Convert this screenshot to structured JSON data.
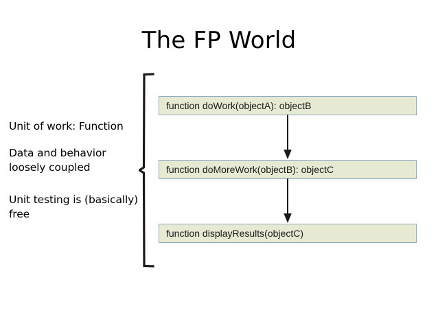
{
  "slide": {
    "title": "The FP World",
    "background_color": "#ffffff"
  },
  "bullets": {
    "items": [
      {
        "text": "Unit of work: Function"
      },
      {
        "text": "Data and behavior loosely coupled"
      },
      {
        "text": "Unit testing is (basically) free"
      }
    ]
  },
  "brace": {
    "name": "left-curly-brace",
    "color": "#1a1a1a"
  },
  "flow": {
    "boxes": [
      {
        "label": "function doWork(objectA): objectB"
      },
      {
        "label": "function doMoreWork(objectB): objectC"
      },
      {
        "label": "function displayResults(objectC)"
      }
    ],
    "arrows": [
      {
        "name": "arrow-down-1"
      },
      {
        "name": "arrow-down-2"
      }
    ],
    "box_fill_color": "#e6ead3",
    "box_border_color": "#8ea9c1",
    "arrow_color": "#1a1a1a"
  }
}
